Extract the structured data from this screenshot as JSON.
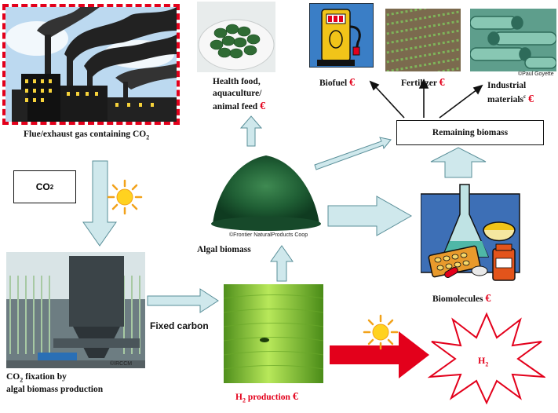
{
  "flue": {
    "caption": "Flue/exhaust gas containing CO",
    "caption_sub": "2"
  },
  "co2_box": {
    "text": "CO",
    "sub": "2"
  },
  "fixation": {
    "line1_pre": "CO",
    "line1_sub": "2",
    "line1_post": " fixation by",
    "line2": "algal biomass production",
    "credit": "©IRCCM"
  },
  "fixed_carbon": "Fixed carbon",
  "algal_biomass": {
    "caption": "Algal biomass",
    "credit": "©Frontier NaturalProducts Coop"
  },
  "health_food": {
    "line1": "Health food,",
    "line2": "aquaculture/",
    "line3": "animal feed",
    "euro": "€"
  },
  "biofuel": {
    "label": "Biofuel",
    "euro": "€"
  },
  "fertilizer": {
    "label": "Fertilizer",
    "euro": "€"
  },
  "industrial": {
    "line1": "Industrial",
    "line2": "materials",
    "sup": "c",
    "euro": "€",
    "credit": "©Paul Goyette"
  },
  "remaining_biomass": "Remaining biomass",
  "biomolecules": {
    "label": "Biomolecules",
    "euro": "€"
  },
  "h2_production": {
    "pre": "H",
    "sub": "2",
    "post": " production",
    "euro": "€"
  },
  "h2_burst": {
    "text": "H",
    "sub": "2"
  },
  "colors": {
    "euro": "#e3001b",
    "flow_arrow_fill": "#cfe8ec",
    "flow_arrow_stroke": "#5a8f99",
    "h2_arrow": "#e3001b",
    "dashed_border": "#e3001b"
  }
}
